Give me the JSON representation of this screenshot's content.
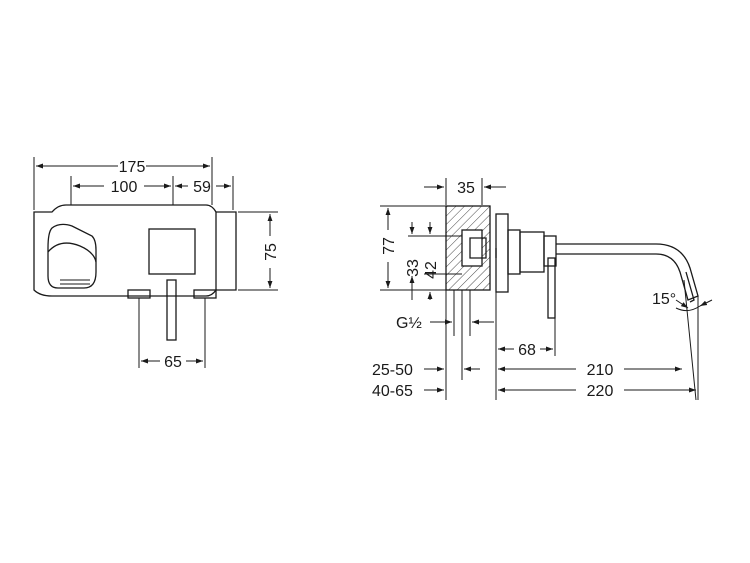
{
  "front_view": {
    "dims": {
      "overall_width": "175",
      "left_span": "100",
      "right_span": "59",
      "height": "75",
      "spout_spacing": "65"
    }
  },
  "side_view": {
    "dims": {
      "body_depth": "35",
      "total_height": "77",
      "inner_height": "33",
      "mid_height": "42",
      "thread": "G½",
      "lever_offset": "68",
      "wall_range_a": "25-50",
      "spout_reach_a": "210",
      "wall_range_b": "40-65",
      "spout_reach_b": "220",
      "angle": "15°"
    }
  }
}
